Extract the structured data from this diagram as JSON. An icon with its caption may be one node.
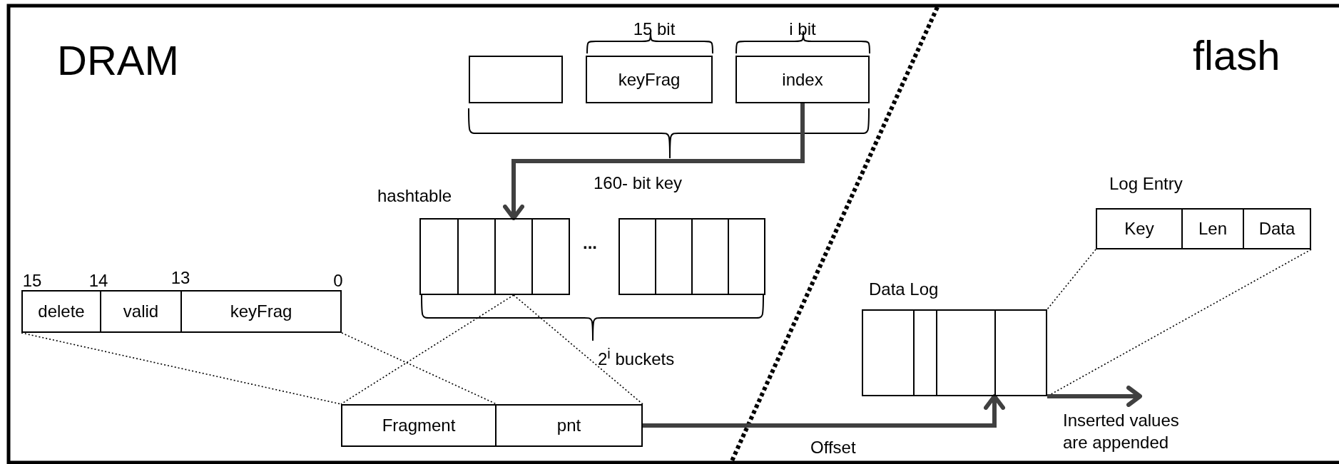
{
  "diagram": {
    "nodes": [
      {
        "text": [],
        "shape": "box"
      },
      {
        "text": [
          "keyFrag"
        ]
      },
      {
        "text": [
          "index"
        ]
      },
      {
        "text": [],
        "shape": "box"
      },
      {
        "text": [],
        "shape": "box"
      },
      {
        "text": [],
        "shape": "box"
      },
      {
        "text": [],
        "shape": "box"
      },
      {
        "text": [],
        "shape": "box"
      },
      {
        "text": [],
        "shape": "box"
      },
      {
        "text": [],
        "shape": "box"
      },
      {
        "text": [],
        "shape": "box"
      },
      {
        "text": [
          "delete"
        ]
      },
      {
        "text": [
          "valid"
        ]
      },
      {
        "text": [
          "keyFrag"
        ]
      },
      {
        "text": [
          "Fragment"
        ]
      },
      {
        "text": [
          "pnt"
        ]
      },
      {
        "text": [],
        "shape": "box"
      },
      {
        "text": [],
        "shape": "box"
      },
      {
        "text": [],
        "shape": "box"
      },
      {
        "text": [],
        "shape": "box"
      },
      {
        "text": [
          "Key"
        ]
      },
      {
        "text": [
          "Len"
        ]
      },
      {
        "text": [
          "Data"
        ]
      }
    ],
    "edges": [
      {
        "from": 2,
        "to": 5,
        "arrow": "to",
        "style": "thick",
        "color": "#404040"
      },
      {
        "from": 11,
        "to": 14,
        "arrow": "none",
        "style": "dashed"
      },
      {
        "from": 13,
        "to": 14,
        "arrow": "none",
        "style": "dashed"
      },
      {
        "from": 5,
        "to": 14,
        "arrow": "none",
        "style": "dashed"
      },
      {
        "from": 5,
        "to": 15,
        "arrow": "none",
        "style": "dashed"
      },
      {
        "from": 15,
        "to": 19,
        "arrow": "to",
        "label": "Offset",
        "style": "thick",
        "color": "#404040"
      },
      {
        "from": 20,
        "to": 19,
        "arrow": "none",
        "style": "dashed"
      },
      {
        "from": 22,
        "to": 19,
        "arrow": "none",
        "style": "dashed"
      },
      {
        "from": 19,
        "to": null,
        "arrow": "to",
        "label": "Inserted values are appended",
        "style": "thick",
        "color": "#404040"
      }
    ],
    "labels": [
      "DRAM",
      "flash",
      "15 bit",
      "i bit",
      "160- bit key",
      "hashtable",
      "...",
      "2$^{i}$ buckets",
      "15",
      "14",
      "13",
      "0",
      "Data Log",
      "Log Entry"
    ]
  }
}
